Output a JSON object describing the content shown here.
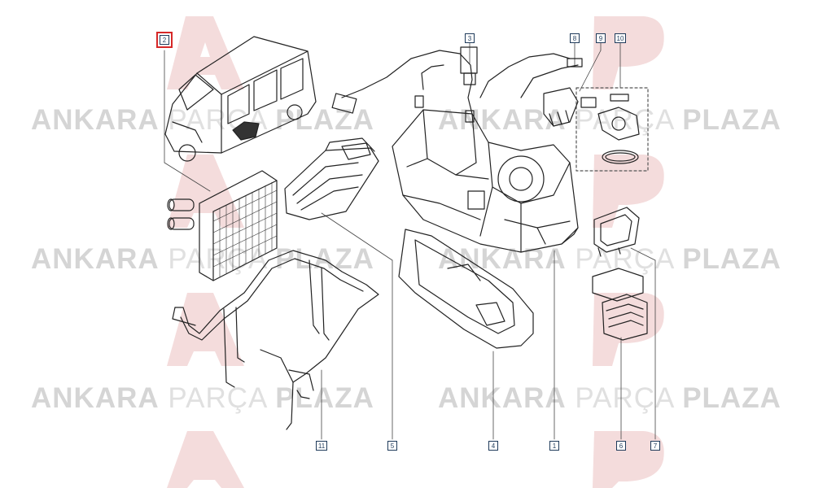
{
  "watermark": {
    "word1": "ANKARA",
    "word2": "PARÇA",
    "word3": "PLAZA",
    "color": "#d5d5d5"
  },
  "callouts": [
    {
      "id": "c2a",
      "label": "2",
      "selected": true
    },
    {
      "id": "c3",
      "label": "3"
    },
    {
      "id": "c8",
      "label": "8"
    },
    {
      "id": "c9",
      "label": "9"
    },
    {
      "id": "c10",
      "label": "10"
    },
    {
      "id": "c11",
      "label": "11"
    },
    {
      "id": "c5",
      "label": "5"
    },
    {
      "id": "c4",
      "label": "4"
    },
    {
      "id": "c1",
      "label": "1"
    },
    {
      "id": "c6",
      "label": "6"
    },
    {
      "id": "c7",
      "label": "7"
    }
  ],
  "colors": {
    "line": "#222222",
    "callout_border": "#1e3a5a",
    "selected": "#d62828",
    "logo": "#f2d2d2"
  }
}
